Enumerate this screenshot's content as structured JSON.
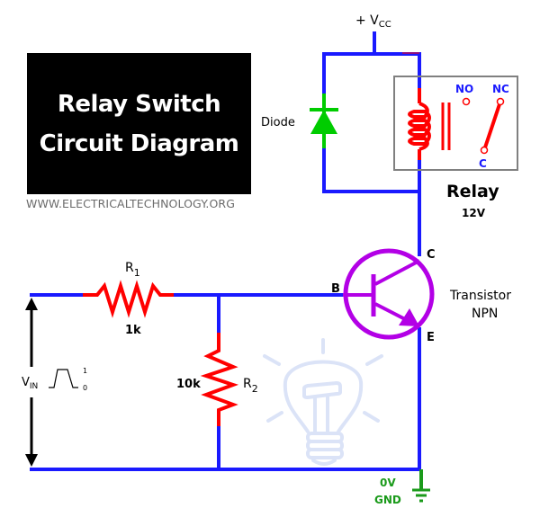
{
  "title": {
    "line1": "Relay Switch",
    "line2": "Circuit Diagram"
  },
  "website": "WWW.ELECTRICALTECHNOLOGY.ORG",
  "colors": {
    "wire": "#1a1aff",
    "resistor": "#ff0000",
    "diode": "#00cc00",
    "transistor": "#b300e6",
    "ground": "#1a9a1a",
    "relay_box": "#808080",
    "relay_contact_label": "#1a1aff",
    "bulb_watermark": "#dbe3f7"
  },
  "supply": {
    "prefix": "+ V",
    "subscript": "CC"
  },
  "diode": {
    "label": "Diode"
  },
  "relay": {
    "label": "Relay",
    "rating": "12V",
    "contacts": {
      "no": "NO",
      "nc": "NC",
      "common": "C"
    }
  },
  "transistor": {
    "label": "Transistor",
    "type": "NPN",
    "pins": {
      "base": "B",
      "collector": "C",
      "emitter": "E"
    }
  },
  "r1": {
    "name": "R",
    "index": "1",
    "value": "1k"
  },
  "r2": {
    "name": "R",
    "index": "2",
    "value": "10k"
  },
  "input": {
    "label": "V",
    "subscript": "IN",
    "pulse_high": "1",
    "pulse_low": "0"
  },
  "ground": {
    "voltage": "0V",
    "label": "GND"
  }
}
